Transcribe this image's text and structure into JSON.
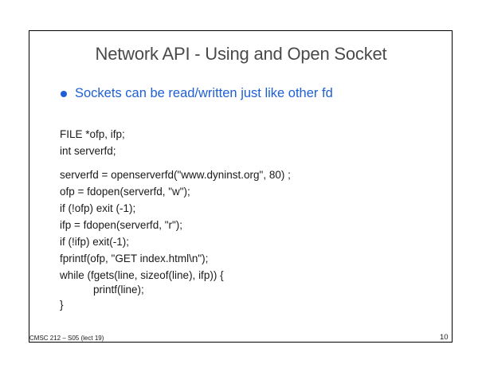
{
  "slide": {
    "title": "Network API - Using and Open Socket",
    "bullet": "Sockets can be read/written just like other fd",
    "code_lines": [
      "FILE *ofp, ifp;",
      "int serverfd;",
      "serverfd = openserverfd(\"www.dyninst.org\", 80) ;",
      "ofp = fdopen(serverfd, \"w\");",
      "if (!ofp) exit (-1);",
      "ifp = fdopen(serverfd, \"r\");",
      "if (!ifp) exit(-1);",
      "fprintf(ofp, \"GET index.html\\n\");",
      "while (fgets(line, sizeof(line), ifp)) {",
      "printf(line);",
      "}"
    ],
    "footer": "CMSC 212 – S05 (lect 19)",
    "page_number": "10"
  },
  "colors": {
    "title": "#4a4a4a",
    "bullet_accent": "#1f5fd6",
    "text": "#1a1a1a",
    "frame": "#000000"
  }
}
